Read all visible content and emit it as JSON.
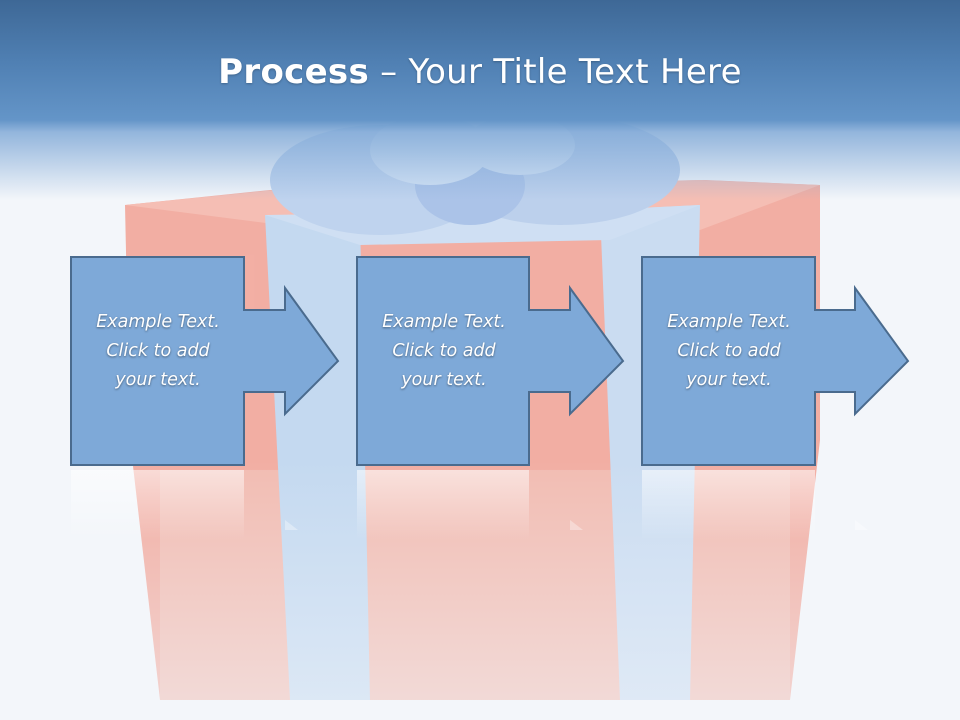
{
  "slide": {
    "title_bold": "Process",
    "title_rest": " – Your Title Text Here"
  },
  "background": {
    "image": "gift-box-with-bow-icon"
  },
  "process": {
    "steps": [
      {
        "text": "Example Text.\nClick  to add\nyour text."
      },
      {
        "text": "Example Text.\nClick  to add\nyour text."
      },
      {
        "text": "Example Text.\nClick  to add\nyour text."
      }
    ]
  },
  "colors": {
    "box_fill": "#7ea9d8",
    "box_border": "#4a6b8e",
    "title_bar": "#4f7fb2",
    "gift_red": "#ef8a7c",
    "ribbon_blue": "#a9c5ea"
  }
}
